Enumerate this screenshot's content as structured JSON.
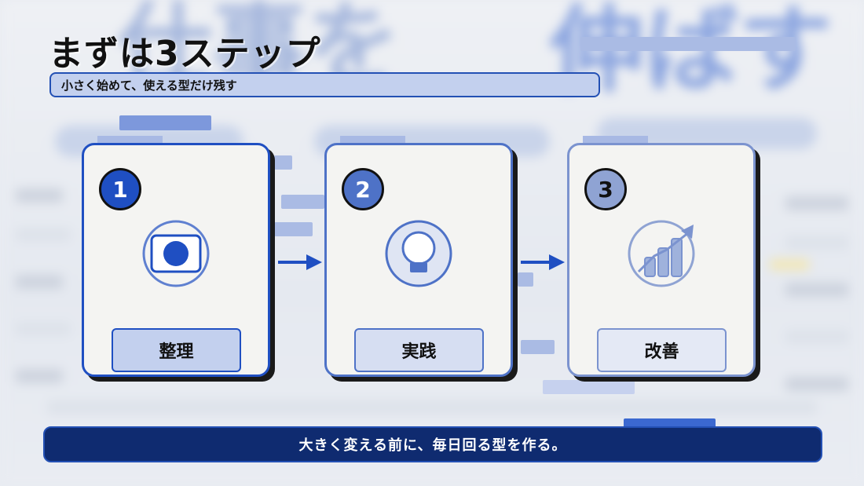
{
  "header": {
    "title": "まずは3ステップ",
    "subtitle": "小さく始めて、使える型だけ残す"
  },
  "steps": [
    {
      "number": "1",
      "label": "整理",
      "icon": "frame-circle-icon"
    },
    {
      "number": "2",
      "label": "実践",
      "icon": "lightbulb-icon"
    },
    {
      "number": "3",
      "label": "改善",
      "icon": "growth-chart-icon"
    }
  ],
  "footer": {
    "text": "大きく変える前に、毎日回る型を作る。"
  },
  "colors": {
    "primary_blue": "#1f4fc2",
    "mid_blue": "#4e72c7",
    "light_blue": "#8fa3d3",
    "navy": "#0f2b70",
    "card_bg": "#f4f4f2"
  }
}
